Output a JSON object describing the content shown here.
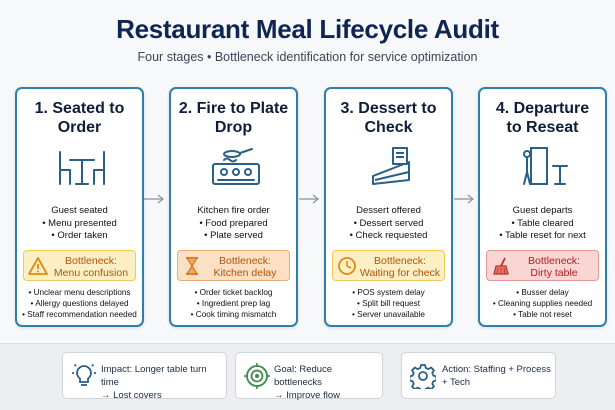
{
  "title": "Restaurant Meal Lifecycle Audit",
  "subtitle": "Four stages • Bottleneck identification for service optimization",
  "stages": [
    {
      "title_line1": "1. Seated to",
      "title_line2": "Order",
      "icon": "table-chairs-icon",
      "steps": [
        "Guest seated",
        "• Menu presented",
        "• Order taken"
      ],
      "bottleneck_label": "Bottleneck:",
      "bottleneck_name": "Menu confusion",
      "bottleneck_icon": "warning-icon",
      "bottleneck_color": "#fdefc4",
      "causes": [
        "• Unclear menu descriptions",
        "• Allergy questions delayed",
        "• Staff recommendation needed"
      ]
    },
    {
      "title_line1": "2. Fire to Plate",
      "title_line2": "Drop",
      "icon": "stove-pan-icon",
      "steps": [
        "Kitchen fire order",
        "• Food prepared",
        "• Plate served"
      ],
      "bottleneck_label": "Bottleneck:",
      "bottleneck_name": "Kitchen delay",
      "bottleneck_icon": "hourglass-icon",
      "bottleneck_color": "#fbe0c4",
      "causes": [
        "• Order ticket backlog",
        "• Ingredient prep lag",
        "• Cook timing mismatch"
      ]
    },
    {
      "title_line1": "3. Dessert to",
      "title_line2": "Check",
      "icon": "cake-receipt-icon",
      "steps": [
        "Dessert offered",
        "• Dessert served",
        "• Check requested"
      ],
      "bottleneck_label": "Bottleneck:",
      "bottleneck_name": "Waiting for check",
      "bottleneck_icon": "clock-icon",
      "bottleneck_color": "#fdefc4",
      "causes": [
        "• POS system delay",
        "• Split bill request",
        "• Server unavailable"
      ]
    },
    {
      "title_line1": "4. Departure",
      "title_line2": "to Reseat",
      "icon": "departure-door-icon",
      "steps": [
        "Guest departs",
        "• Table cleared",
        "• Table reset for next"
      ],
      "bottleneck_label": "Bottleneck:",
      "bottleneck_name": "Dirty table",
      "bottleneck_icon": "broom-icon",
      "bottleneck_color": "#f9d6d3",
      "causes": [
        "• Busser delay",
        "• Cleaning supplies needed",
        "• Table not reset"
      ]
    }
  ],
  "footer": [
    {
      "icon": "lightbulb-icon",
      "line1": "Impact: Longer table turn time",
      "line2": "→ Lost covers"
    },
    {
      "icon": "target-icon",
      "line1": "Goal: Reduce bottlenecks",
      "line2": "→ Improve flow"
    },
    {
      "icon": "gear-icon",
      "line1": "Action: Staffing + Process",
      "line2": "+ Tech"
    }
  ],
  "colors": {
    "card_border": "#2f7fa6",
    "title": "#0f2552",
    "bottleneck_text_warm": "#b0540b",
    "bottleneck_text_red": "#b21d1d"
  }
}
